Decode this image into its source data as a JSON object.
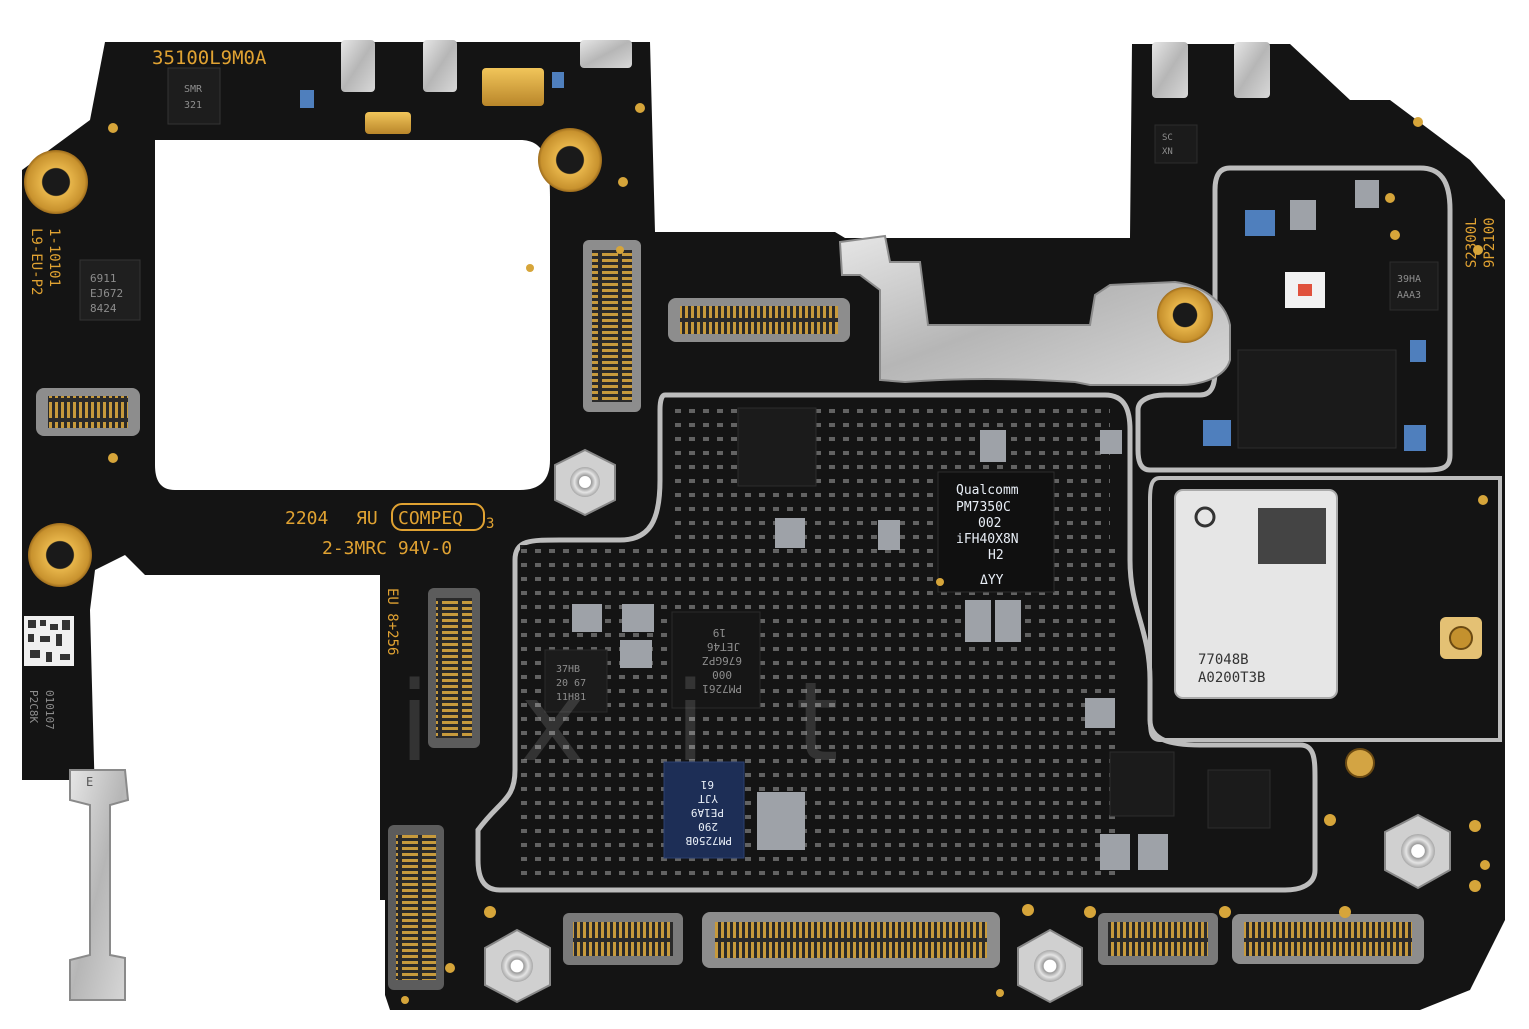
{
  "image": {
    "kind": "photo",
    "subject": "smartphone logic board (mainboard), top side",
    "colors": {
      "background": "#ffffff",
      "pcb": "#141414",
      "silkscreen": "#e0a232",
      "gold_pad": "#d6a53a",
      "shield_metal": "#c8c8c8",
      "chip_body": "#1c1c1c"
    }
  },
  "labels": {
    "part_number": "35100L9M0A",
    "side_code_1": "L9-EU-P2",
    "side_code_2": "1-10101",
    "date_code": "2204",
    "ul_mark": "ЯU",
    "maker": "COMPEQ",
    "maker_suffix": "3",
    "rating": "2-3MRC 94V-0",
    "variant": "EU 8+256",
    "left_code_1": "P2C8K",
    "left_code_2": "010107",
    "right_code_1": "S2300L",
    "right_code_2": "9P2100",
    "shield_letter": "E"
  },
  "chips": {
    "smr": [
      "SMR",
      "321"
    ],
    "left_ic": [
      "6911",
      "EJ672",
      "8424"
    ],
    "pmic_main": [
      "Qualcomm",
      "PM7350C",
      "002",
      "iFH40X8N",
      "H2",
      "ΔYY"
    ],
    "rf_module": [
      "77048B",
      "A0200T3B"
    ],
    "pm7250b": [
      "PM7250B",
      "290",
      "PE1A9",
      "YJT",
      "61"
    ],
    "pm_upside": [
      "PM7261",
      "000",
      "676GPZ",
      "JET46",
      "19"
    ],
    "small_37hb": [
      "37HB",
      "20 67",
      "11H81"
    ],
    "aaa3": [
      "39HA",
      "AAA3"
    ],
    "skx": [
      "SC",
      "XN"
    ]
  },
  "watermark": "ifixit"
}
